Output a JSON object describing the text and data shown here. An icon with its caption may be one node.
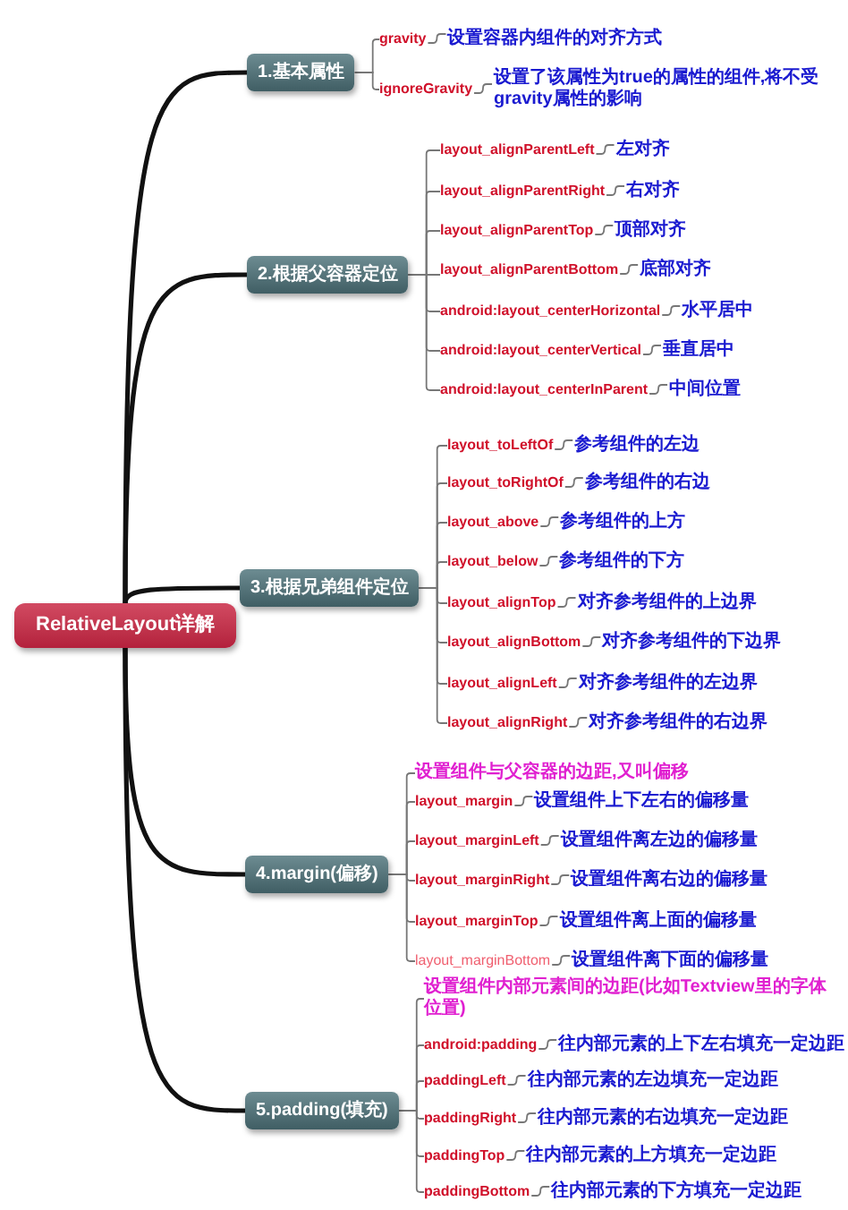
{
  "diagram": {
    "nodes": [
      {
        "text": [
          "RelativeLayout详解"
        ]
      },
      {
        "text": [
          "1.基本属性"
        ]
      },
      {
        "text": [
          "gravity"
        ]
      },
      {
        "text": [
          "设置容器内组件的对齐方式"
        ]
      },
      {
        "text": [
          "ignoreGravity"
        ]
      },
      {
        "text": [
          "设置了该属性为true的属性的组件,将不受gravity属性的影响"
        ]
      },
      {
        "text": [
          "2.根据父容器定位"
        ]
      },
      {
        "text": [
          "layout_alignParentLeft"
        ]
      },
      {
        "text": [
          "左对齐"
        ]
      },
      {
        "text": [
          "layout_alignParentRight"
        ]
      },
      {
        "text": [
          "右对齐"
        ]
      },
      {
        "text": [
          "layout_alignParentTop"
        ]
      },
      {
        "text": [
          "顶部对齐"
        ]
      },
      {
        "text": [
          "layout_alignParentBottom"
        ]
      },
      {
        "text": [
          "底部对齐"
        ]
      },
      {
        "text": [
          "android:layout_centerHorizontal"
        ]
      },
      {
        "text": [
          "水平居中"
        ]
      },
      {
        "text": [
          "android:layout_centerVertical"
        ]
      },
      {
        "text": [
          "垂直居中"
        ]
      },
      {
        "text": [
          "android:layout_centerInParent"
        ]
      },
      {
        "text": [
          "中间位置"
        ]
      },
      {
        "text": [
          "3.根据兄弟组件定位"
        ]
      },
      {
        "text": [
          "layout_toLeftOf"
        ]
      },
      {
        "text": [
          "参考组件的左边"
        ]
      },
      {
        "text": [
          "layout_toRightOf"
        ]
      },
      {
        "text": [
          "参考组件的右边"
        ]
      },
      {
        "text": [
          "layout_above"
        ]
      },
      {
        "text": [
          "参考组件的上方"
        ]
      },
      {
        "text": [
          "layout_below"
        ]
      },
      {
        "text": [
          "参考组件的下方"
        ]
      },
      {
        "text": [
          "layout_alignTop"
        ]
      },
      {
        "text": [
          "对齐参考组件的上边界"
        ]
      },
      {
        "text": [
          "layout_alignBottom"
        ]
      },
      {
        "text": [
          "对齐参考组件的下边界"
        ]
      },
      {
        "text": [
          "layout_alignLeft"
        ]
      },
      {
        "text": [
          "对齐参考组件的左边界"
        ]
      },
      {
        "text": [
          "layout_alignRight"
        ]
      },
      {
        "text": [
          "对齐参考组件的右边界"
        ]
      },
      {
        "text": [
          "4.margin(偏移)"
        ]
      },
      {
        "text": [
          "设置组件与父容器的边距,又叫偏移"
        ]
      },
      {
        "text": [
          "layout_margin"
        ]
      },
      {
        "text": [
          "设置组件上下左右的偏移量"
        ]
      },
      {
        "text": [
          "layout_marginLeft"
        ]
      },
      {
        "text": [
          "设置组件离左边的偏移量"
        ]
      },
      {
        "text": [
          "layout_marginRight"
        ]
      },
      {
        "text": [
          "设置组件离右边的偏移量"
        ]
      },
      {
        "text": [
          "layout_marginTop"
        ]
      },
      {
        "text": [
          "设置组件离上面的偏移量"
        ]
      },
      {
        "text": [
          "layout_marginBottom"
        ]
      },
      {
        "text": [
          "设置组件离下面的偏移量"
        ]
      },
      {
        "text": [
          "5.padding(填充)"
        ]
      },
      {
        "text": [
          "设置组件内部元素间的边距(比如Textview里的字体位置)"
        ]
      },
      {
        "text": [
          "android:padding"
        ]
      },
      {
        "text": [
          "往内部元素的上下左右填充一定边距"
        ]
      },
      {
        "text": [
          "paddingLeft"
        ]
      },
      {
        "text": [
          "往内部元素的左边填充一定边距"
        ]
      },
      {
        "text": [
          "paddingRight"
        ]
      },
      {
        "text": [
          "往内部元素的右边填充一定边距"
        ]
      },
      {
        "text": [
          "paddingTop"
        ]
      },
      {
        "text": [
          "往内部元素的上方填充一定边距"
        ]
      },
      {
        "text": [
          "paddingBottom"
        ]
      },
      {
        "text": [
          "往内部元素的下方填充一定边距"
        ]
      }
    ],
    "edges": [
      {
        "from": 0,
        "to": 1,
        "arrow": "none",
        "style": "thick",
        "color": "#111111"
      },
      {
        "from": 1,
        "to": 2,
        "arrow": "none"
      },
      {
        "from": 1,
        "to": 4,
        "arrow": "none"
      },
      {
        "from": 2,
        "to": 3,
        "arrow": "none"
      },
      {
        "from": 4,
        "to": 5,
        "arrow": "none"
      },
      {
        "from": 0,
        "to": 6,
        "arrow": "none",
        "style": "thick",
        "color": "#111111"
      },
      {
        "from": 6,
        "to": 7,
        "arrow": "none"
      },
      {
        "from": 6,
        "to": 9,
        "arrow": "none"
      },
      {
        "from": 6,
        "to": 11,
        "arrow": "none"
      },
      {
        "from": 6,
        "to": 13,
        "arrow": "none"
      },
      {
        "from": 6,
        "to": 15,
        "arrow": "none"
      },
      {
        "from": 6,
        "to": 17,
        "arrow": "none"
      },
      {
        "from": 6,
        "to": 19,
        "arrow": "none"
      },
      {
        "from": 7,
        "to": 8,
        "arrow": "none"
      },
      {
        "from": 9,
        "to": 10,
        "arrow": "none"
      },
      {
        "from": 11,
        "to": 12,
        "arrow": "none"
      },
      {
        "from": 13,
        "to": 14,
        "arrow": "none"
      },
      {
        "from": 15,
        "to": 16,
        "arrow": "none"
      },
      {
        "from": 17,
        "to": 18,
        "arrow": "none"
      },
      {
        "from": 19,
        "to": 20,
        "arrow": "none"
      },
      {
        "from": 0,
        "to": 21,
        "arrow": "none",
        "style": "thick",
        "color": "#111111"
      },
      {
        "from": 21,
        "to": 22,
        "arrow": "none"
      },
      {
        "from": 21,
        "to": 24,
        "arrow": "none"
      },
      {
        "from": 21,
        "to": 26,
        "arrow": "none"
      },
      {
        "from": 21,
        "to": 28,
        "arrow": "none"
      },
      {
        "from": 21,
        "to": 30,
        "arrow": "none"
      },
      {
        "from": 21,
        "to": 32,
        "arrow": "none"
      },
      {
        "from": 21,
        "to": 34,
        "arrow": "none"
      },
      {
        "from": 21,
        "to": 36,
        "arrow": "none"
      },
      {
        "from": 22,
        "to": 23,
        "arrow": "none"
      },
      {
        "from": 24,
        "to": 25,
        "arrow": "none"
      },
      {
        "from": 26,
        "to": 27,
        "arrow": "none"
      },
      {
        "from": 28,
        "to": 29,
        "arrow": "none"
      },
      {
        "from": 30,
        "to": 31,
        "arrow": "none"
      },
      {
        "from": 32,
        "to": 33,
        "arrow": "none"
      },
      {
        "from": 34,
        "to": 35,
        "arrow": "none"
      },
      {
        "from": 36,
        "to": 37,
        "arrow": "none"
      },
      {
        "from": 0,
        "to": 38,
        "arrow": "none",
        "style": "thick",
        "color": "#111111"
      },
      {
        "from": 38,
        "to": 39,
        "arrow": "none"
      },
      {
        "from": 38,
        "to": 40,
        "arrow": "none"
      },
      {
        "from": 38,
        "to": 42,
        "arrow": "none"
      },
      {
        "from": 38,
        "to": 44,
        "arrow": "none"
      },
      {
        "from": 38,
        "to": 46,
        "arrow": "none"
      },
      {
        "from": 38,
        "to": 48,
        "arrow": "none"
      },
      {
        "from": 40,
        "to": 41,
        "arrow": "none"
      },
      {
        "from": 42,
        "to": 43,
        "arrow": "none"
      },
      {
        "from": 44,
        "to": 45,
        "arrow": "none"
      },
      {
        "from": 46,
        "to": 47,
        "arrow": "none"
      },
      {
        "from": 48,
        "to": 49,
        "arrow": "none"
      },
      {
        "from": 0,
        "to": 50,
        "arrow": "none",
        "style": "thick",
        "color": "#111111"
      },
      {
        "from": 50,
        "to": 51,
        "arrow": "none"
      },
      {
        "from": 50,
        "to": 52,
        "arrow": "none"
      },
      {
        "from": 50,
        "to": 54,
        "arrow": "none"
      },
      {
        "from": 50,
        "to": 56,
        "arrow": "none"
      },
      {
        "from": 50,
        "to": 58,
        "arrow": "none"
      },
      {
        "from": 50,
        "to": 60,
        "arrow": "none"
      },
      {
        "from": 52,
        "to": 53,
        "arrow": "none"
      },
      {
        "from": 54,
        "to": 55,
        "arrow": "none"
      },
      {
        "from": 56,
        "to": 57,
        "arrow": "none"
      },
      {
        "from": 58,
        "to": 59,
        "arrow": "none"
      },
      {
        "from": 60,
        "to": 61,
        "arrow": "none"
      }
    ]
  }
}
